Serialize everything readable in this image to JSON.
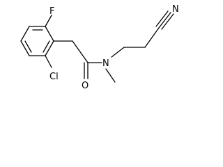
{
  "molecule": {
    "atoms": {
      "fluorine": "F",
      "chlorine": "Cl",
      "oxygen": "O",
      "nitrogen": "N",
      "nitrile_nitrogen": "N"
    }
  }
}
